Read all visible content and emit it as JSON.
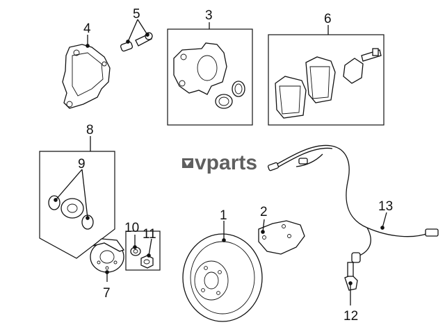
{
  "logo": {
    "text": "vparts"
  },
  "callouts": [
    {
      "id": "1",
      "label": "1"
    },
    {
      "id": "2",
      "label": "2"
    },
    {
      "id": "3",
      "label": "3"
    },
    {
      "id": "4",
      "label": "4"
    },
    {
      "id": "5",
      "label": "5"
    },
    {
      "id": "6",
      "label": "6"
    },
    {
      "id": "7",
      "label": "7"
    },
    {
      "id": "8",
      "label": "8"
    },
    {
      "id": "9",
      "label": "9"
    },
    {
      "id": "10",
      "label": "10"
    },
    {
      "id": "11",
      "label": "11"
    },
    {
      "id": "12",
      "label": "12"
    },
    {
      "id": "13",
      "label": "13"
    }
  ]
}
